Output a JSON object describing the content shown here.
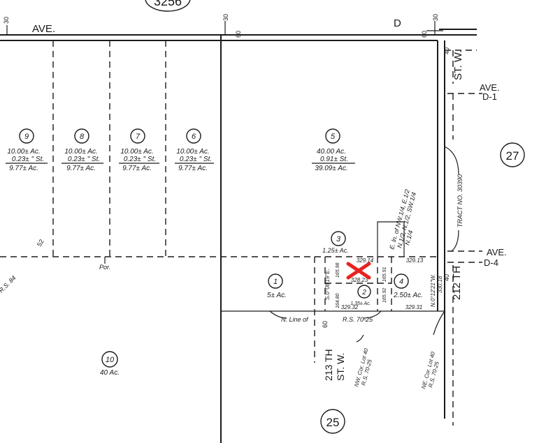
{
  "streets": {
    "ave_top": "AVE.",
    "d_top": "D",
    "st_w_right": "ST. W.",
    "ave_d1": "AVE.",
    "d1": "D-1",
    "ave_d4": "AVE.",
    "d4": "D-4",
    "street_212": "212 TH",
    "street_213": "213 TH",
    "st_w_bottom": "ST. W."
  },
  "page_refs": {
    "top": "3256",
    "right": "27",
    "bottom": "25"
  },
  "dimensions": [
    "30",
    "60",
    "60",
    "30",
    "30",
    "40",
    "40",
    "60",
    "52"
  ],
  "parcels": [
    {
      "num": "9",
      "gross": "10.00± Ac.",
      "street": "0.23± \" St.",
      "net": "9.77± Ac."
    },
    {
      "num": "8",
      "gross": "10.00± Ac.",
      "street": "0.23± \" St.",
      "net": "9.77± Ac."
    },
    {
      "num": "7",
      "gross": "10.00± Ac.",
      "street": "0.23± \" St.",
      "net": "9.77± Ac."
    },
    {
      "num": "6",
      "gross": "10.00± Ac.",
      "street": "0.23± \" St.",
      "net": "9.77± Ac."
    },
    {
      "num": "5",
      "gross": "40.00 Ac.",
      "street": "0.91± St.",
      "net": "39.09± Ac."
    }
  ],
  "small_parcels": {
    "p1": {
      "num": "1",
      "area": "5± Ac."
    },
    "p2": {
      "num": "2",
      "area": "1.35± Ac."
    },
    "p3": {
      "num": "3",
      "area": "1.25± Ac."
    },
    "p4": {
      "num": "4",
      "area": "2.50± Ac."
    },
    "p10": {
      "num": "10",
      "area": "40 Ac."
    }
  },
  "measurements": {
    "m1": "329.14",
    "m2": "329.13",
    "m3": "328.23",
    "m4": "329.32",
    "m5": "329.31",
    "m6": "165.98",
    "m7": "165.91",
    "m8": "165.92",
    "m9": "164.80",
    "bearing_left": "S.0°08'19\"E.",
    "bearing_right": "N.0°12'21\"W.",
    "bearing_right_val": "330.18"
  },
  "annotations": {
    "nw_text1": "E. ln. of NW.1/4, E.1/2",
    "nw_text2": "N.1/2, N.1/2, SW.1/4",
    "nw_text3": "N.1/4",
    "tract": "TRACT NO. 30390",
    "n_line_of": "N. Line of",
    "rs_70_25": "R.S. 70-25",
    "por": "Por.",
    "rs_left": "R.S. 84",
    "nw_cor_1": "NW. Cor. Lot 40",
    "nw_cor_2": "R.S. 70-25",
    "ne_cor_1": "NE. Cor. Lot 40",
    "ne_cor_2": "R.S. 70-25"
  },
  "marker_color": "#e8231f"
}
